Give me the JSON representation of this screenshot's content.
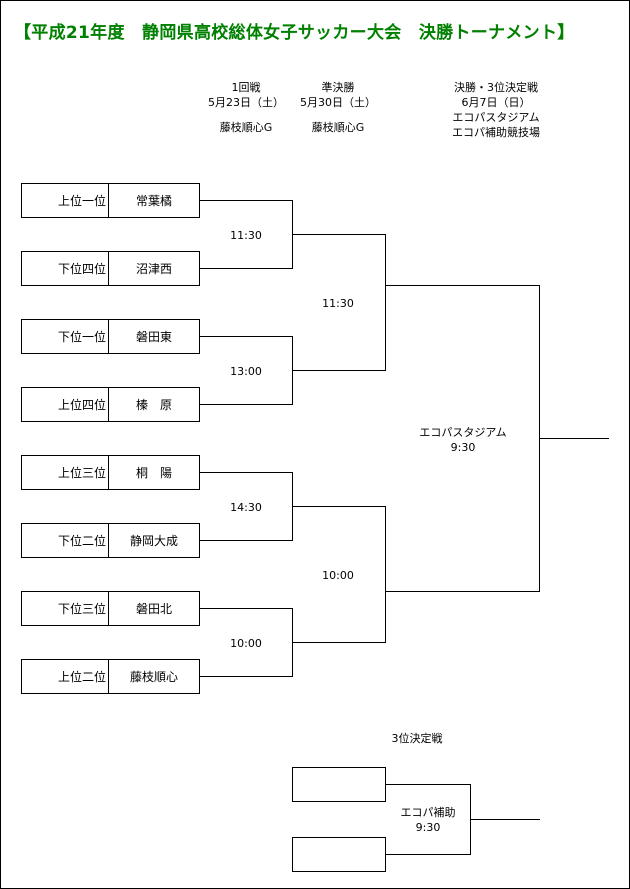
{
  "title": "【平成21年度　静岡県高校総体女子サッカー大会　決勝トーナメント】",
  "columns": {
    "round1": {
      "name": "1回戦",
      "date": "5月23日（土）",
      "venue": "藤枝順心G"
    },
    "semi": {
      "name": "準決勝",
      "date": "5月30日（土）",
      "venue": "藤枝順心G"
    },
    "final": {
      "name": "決勝・3位決定戦",
      "date": "6月7日（日）",
      "venue1": "エコパスタジアム",
      "venue2": "エコパ補助競技場"
    }
  },
  "teams": [
    {
      "seed": "上位一位",
      "school": "常葉橘"
    },
    {
      "seed": "下位四位",
      "school": "沼津西"
    },
    {
      "seed": "下位一位",
      "school": "磐田東"
    },
    {
      "seed": "上位四位",
      "school": "榛　原"
    },
    {
      "seed": "上位三位",
      "school": "桐　陽"
    },
    {
      "seed": "下位二位",
      "school": "静岡大成"
    },
    {
      "seed": "下位三位",
      "school": "磐田北"
    },
    {
      "seed": "上位二位",
      "school": "藤枝順心"
    }
  ],
  "matches": {
    "r1_1": "11:30",
    "r1_2": "13:00",
    "r1_3": "14:30",
    "r1_4": "10:00",
    "semi_1": "11:30",
    "semi_2": "10:00",
    "final_venue": "エコパスタジアム",
    "final_time": "9:30"
  },
  "third_place": {
    "label": "3位決定戦",
    "venue": "エコパ補助",
    "time": "9:30"
  }
}
